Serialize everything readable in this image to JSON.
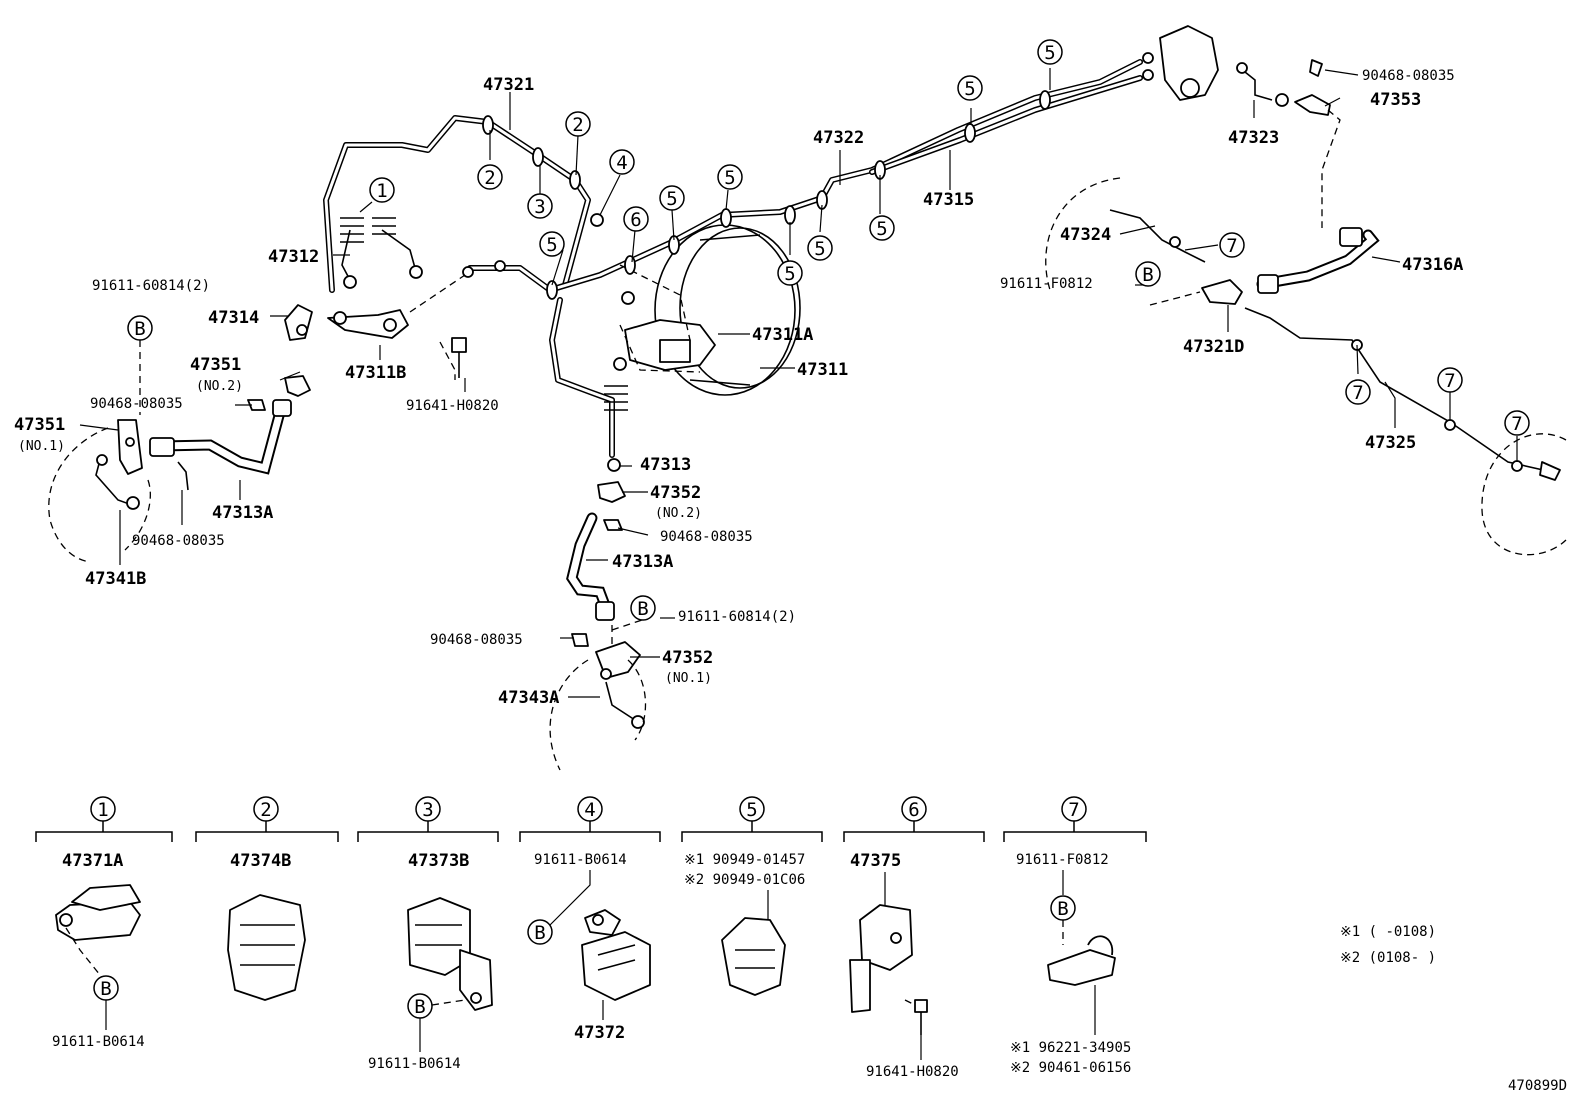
{
  "parts": {
    "p47321": "47321",
    "p47322": "47322",
    "p47315": "47315",
    "p47323": "47323",
    "p47353": "47353",
    "p90468_top": "90468-08035",
    "p47312": "47312",
    "p91611_60814_left": "91611-60814(2)",
    "p47314": "47314",
    "p47311B": "47311B",
    "p47311A": "47311A",
    "p47311": "47311",
    "p47351_no2": "47351",
    "no2_a": "(NO.2)",
    "p90468_l1": "90468-08035",
    "p47351_no1": "47351",
    "no1_a": "(NO.1)",
    "p47313A_left": "47313A",
    "p90468_l2": "90468-08035",
    "p47341B": "47341B",
    "p91641_H0820": "91641-H0820",
    "p47313": "47313",
    "p47352_no2": "47352",
    "no2_b": "(NO.2)",
    "p90468_c1": "90468-08035",
    "p47313A_c": "47313A",
    "p91611_60814_c": "91611-60814(2)",
    "p90468_c2": "90468-08035",
    "p47352_no1": "47352",
    "no1_b": "(NO.1)",
    "p47343A": "47343A",
    "p47324": "47324",
    "p91611_F0812": "91611-F0812",
    "p47321D": "47321D",
    "p47316A": "47316A",
    "p47325": "47325"
  },
  "callouts": {
    "c1": "1",
    "c2": "2",
    "c3": "3",
    "c4": "4",
    "c5": "5",
    "c6": "6",
    "c7": "7",
    "cB": "B"
  },
  "key": {
    "k1": {
      "num": "1",
      "part": "47371A",
      "sub": "91611-B0614",
      "ref": "B"
    },
    "k2": {
      "num": "2",
      "part": "47374B"
    },
    "k3": {
      "num": "3",
      "part": "47373B",
      "sub": "91611-B0614",
      "ref": "B"
    },
    "k4": {
      "num": "4",
      "part": "91611-B0614",
      "sub": "47372",
      "ref": "B"
    },
    "k5": {
      "num": "5",
      "line1": "※1 90949-01457",
      "line2": "※2 90949-01C06"
    },
    "k6": {
      "num": "6",
      "part": "47375",
      "sub": "91641-H0820"
    },
    "k7": {
      "num": "7",
      "part": "91611-F0812",
      "ref": "B",
      "line1": "※1 96221-34905",
      "line2": "※2 90461-06156"
    }
  },
  "notes": {
    "n1": "※1 (      -0108)",
    "n2": "※2 (0108-      )"
  },
  "diagram_id": "470899D"
}
